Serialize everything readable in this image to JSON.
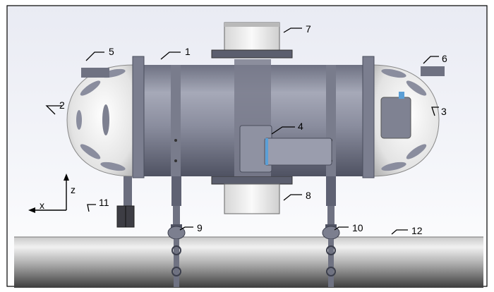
{
  "labels": [
    "1",
    "2",
    "3",
    "4",
    "5",
    "6",
    "7",
    "8",
    "9",
    "10",
    "11",
    "12"
  ],
  "axes": {
    "z": "z",
    "x": "x"
  },
  "colors": {
    "body": "#8a8d9e",
    "body_dark": "#5f6273",
    "body_light": "#a9acbb",
    "dome": "#e6e6e6",
    "thruster": "#ececec",
    "pipe": "#9a9a9a",
    "frame": "#000000"
  }
}
